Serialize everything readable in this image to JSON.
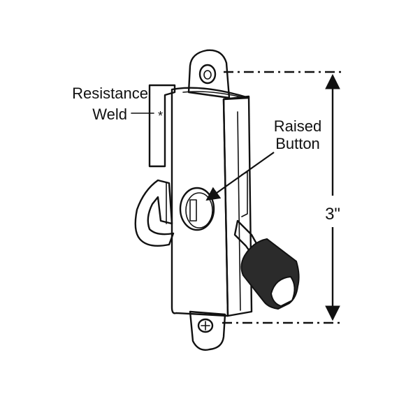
{
  "labels": {
    "resistance_line1": "Resistance",
    "resistance_line2": "Weld",
    "weld_mark": "*",
    "raised_line1": "Raised",
    "raised_line2": "Button",
    "dimension": "3\""
  },
  "colors": {
    "line": "#111111",
    "background": "#ffffff",
    "knob": "#2b2b2b"
  }
}
